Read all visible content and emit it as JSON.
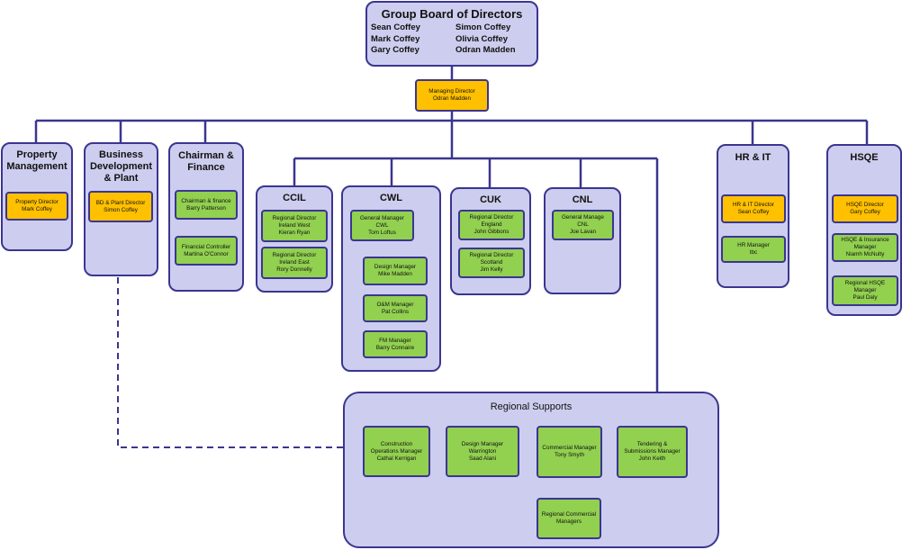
{
  "board": {
    "title": "Group Board of Directors",
    "members": [
      "Sean Coffey",
      "Mark Coffey",
      "Gary Coffey",
      "Simon Coffey",
      "Olivia Coffey",
      "Odran Madden"
    ]
  },
  "managing_director": [
    "Managing Director",
    "Odran Madden"
  ],
  "property": {
    "title": "Property\nManagement",
    "boxes": [
      [
        "Property Director",
        "Mark Coffey"
      ]
    ]
  },
  "bd": {
    "title": "Business\nDevelopment\n& Plant",
    "boxes": [
      [
        "BD & Plant Director",
        "Simon Coffey"
      ]
    ]
  },
  "chairman": {
    "title": "Chairman &\nFinance",
    "boxes": [
      [
        "Chairman & finance",
        "Barry Patterson"
      ],
      [
        "Financial Controller",
        "Martina O'Connor"
      ]
    ]
  },
  "ccil": {
    "title": "CCIL",
    "boxes": [
      [
        "Regional Director",
        "Ireland West",
        "Kieran Ryan"
      ],
      [
        "Regional Director",
        "Ireland East",
        "Rory Donnelly"
      ]
    ]
  },
  "cwl": {
    "title": "CWL",
    "boxes": [
      [
        "General Manager",
        "CWL",
        "Tom Loftus"
      ],
      [
        "Design Manager",
        "Mike Madden"
      ],
      [
        "O&M Manager",
        "Pat Collins"
      ],
      [
        "FM Manager",
        "Barry Connaire"
      ]
    ]
  },
  "cuk": {
    "title": "CUK",
    "boxes": [
      [
        "Regional Director",
        "England",
        "John Gibbons"
      ],
      [
        "Regional Director",
        "Scotland",
        "Jim Kelly"
      ]
    ]
  },
  "cnl": {
    "title": "CNL",
    "boxes": [
      [
        "General Manage",
        "CNL",
        "Joe Lavan"
      ]
    ]
  },
  "hrit": {
    "title": "HR & IT",
    "boxes": [
      [
        "HR & IT Director",
        "Sean Coffey"
      ],
      [
        "HR Manager",
        "tbc"
      ]
    ]
  },
  "hsqe": {
    "title": "HSQE",
    "boxes": [
      [
        "HSQE Director",
        "Gary Coffey"
      ],
      [
        "HSQE & Insurance",
        "Manager",
        "Niamh McNulty"
      ],
      [
        "Regional HSQE",
        "Manager",
        "Paul Daly"
      ]
    ]
  },
  "regional": {
    "title": "Regional Supports",
    "boxes": [
      [
        "Construction",
        "Operations Manager",
        "Cathal Kerrigan"
      ],
      [
        "Design Manager",
        "Warrington",
        "Saad Alani"
      ],
      [
        "Commercial Manager",
        "Tony Smyth"
      ],
      [
        "Tendering &",
        "Submissions Manager",
        "John Keith"
      ],
      [
        "Regional Commercial",
        "Managers"
      ]
    ]
  },
  "colors": {
    "panel": "#cdcdef",
    "border": "#3b3590",
    "director": "#ffc000",
    "manager": "#92d050"
  }
}
